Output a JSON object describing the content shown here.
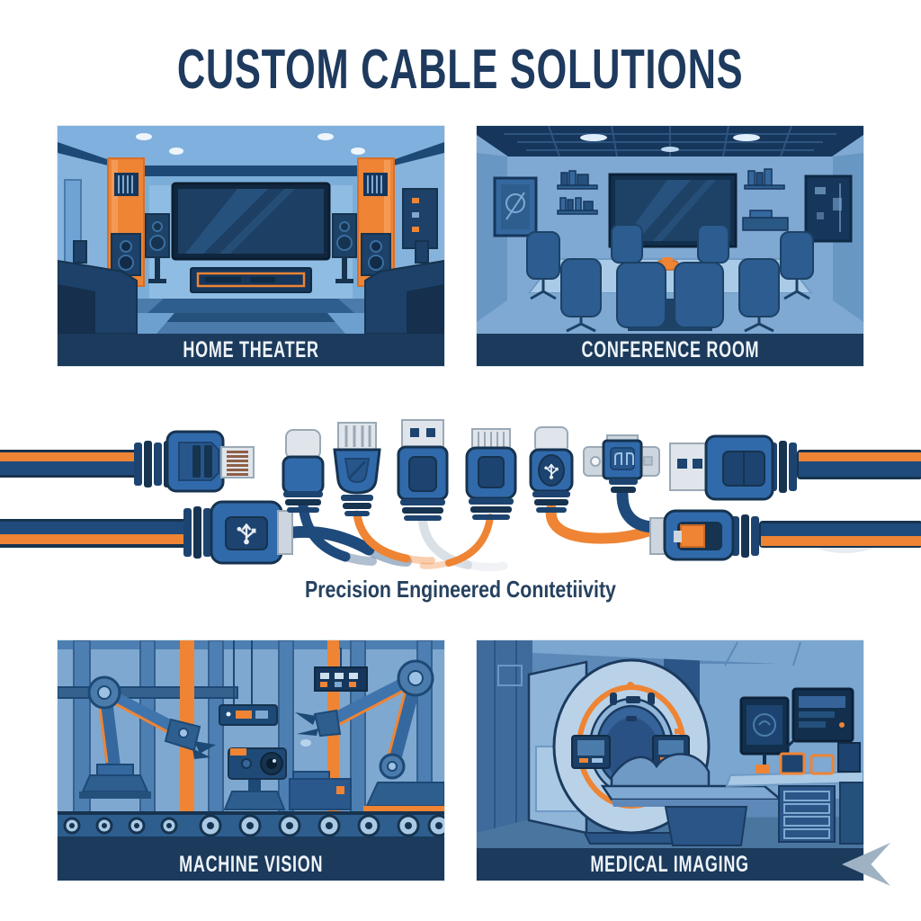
{
  "title": "CUSTOM CABLE SOLUTIONS",
  "tagline": "Precision Engineered Conıtetiivity",
  "panels": [
    {
      "id": "home-theater",
      "label": "HOME THEATER"
    },
    {
      "id": "conference-room",
      "label": "CONFERENCE ROOM"
    },
    {
      "id": "machine-vision",
      "label": "MACHINE VISION"
    },
    {
      "id": "medical-imaging",
      "label": "MEDICAL IMAGING"
    }
  ],
  "connector_lineup": [
    "ethernet-connector",
    "usb-connector",
    "usb-c-connector",
    "mini-usb-connector",
    "usb-a-connector",
    "lightning-connector",
    "micro-usb-connector",
    "panel-mount-connector",
    "usb-a-plug-connector",
    "media-card-connector"
  ],
  "colors": {
    "title_navy": "#1e3a5e",
    "label_band_navy": "#1b3a5c",
    "connector_blue": "#316aab",
    "cable_blue": "#1f4a7c",
    "accent_orange": "#ee8434",
    "connector_gray": "#dfe5ea",
    "scene_light_blue": "#7fabd6",
    "arrow_gray": "#9eb2c3"
  }
}
